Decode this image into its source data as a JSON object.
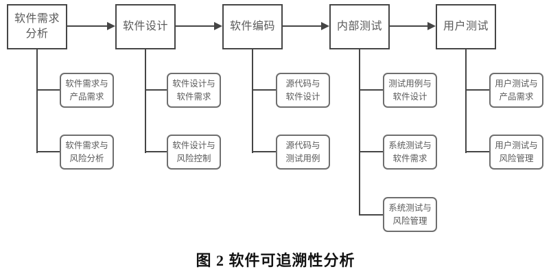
{
  "diagram": {
    "caption": "图 2  软件可追溯性分析",
    "stages": [
      {
        "label": "软件需求\n分析",
        "children": [
          "软件需求与\n产品需求",
          "软件需求与\n风险分析"
        ]
      },
      {
        "label": "软件设计",
        "children": [
          "软件设计与\n软件需求",
          "软件设计与\n风险控制"
        ]
      },
      {
        "label": "软件编码",
        "children": [
          "源代码与\n软件设计",
          "源代码与\n测试用例"
        ]
      },
      {
        "label": "内部测试",
        "children": [
          "测试用例与\n软件设计",
          "系统测试与\n软件需求",
          "系统测试与\n风险管理"
        ]
      },
      {
        "label": "用户测试",
        "children": [
          "用户测试与\n产品需求",
          "用户测试与\n风险管理"
        ]
      }
    ],
    "colors": {
      "background": "#ffffff",
      "main_box_border": "#454545",
      "sub_box_border": "#6e6e6e",
      "box_text": "#595959",
      "connector": "#454545",
      "caption_text": "#121212"
    }
  }
}
